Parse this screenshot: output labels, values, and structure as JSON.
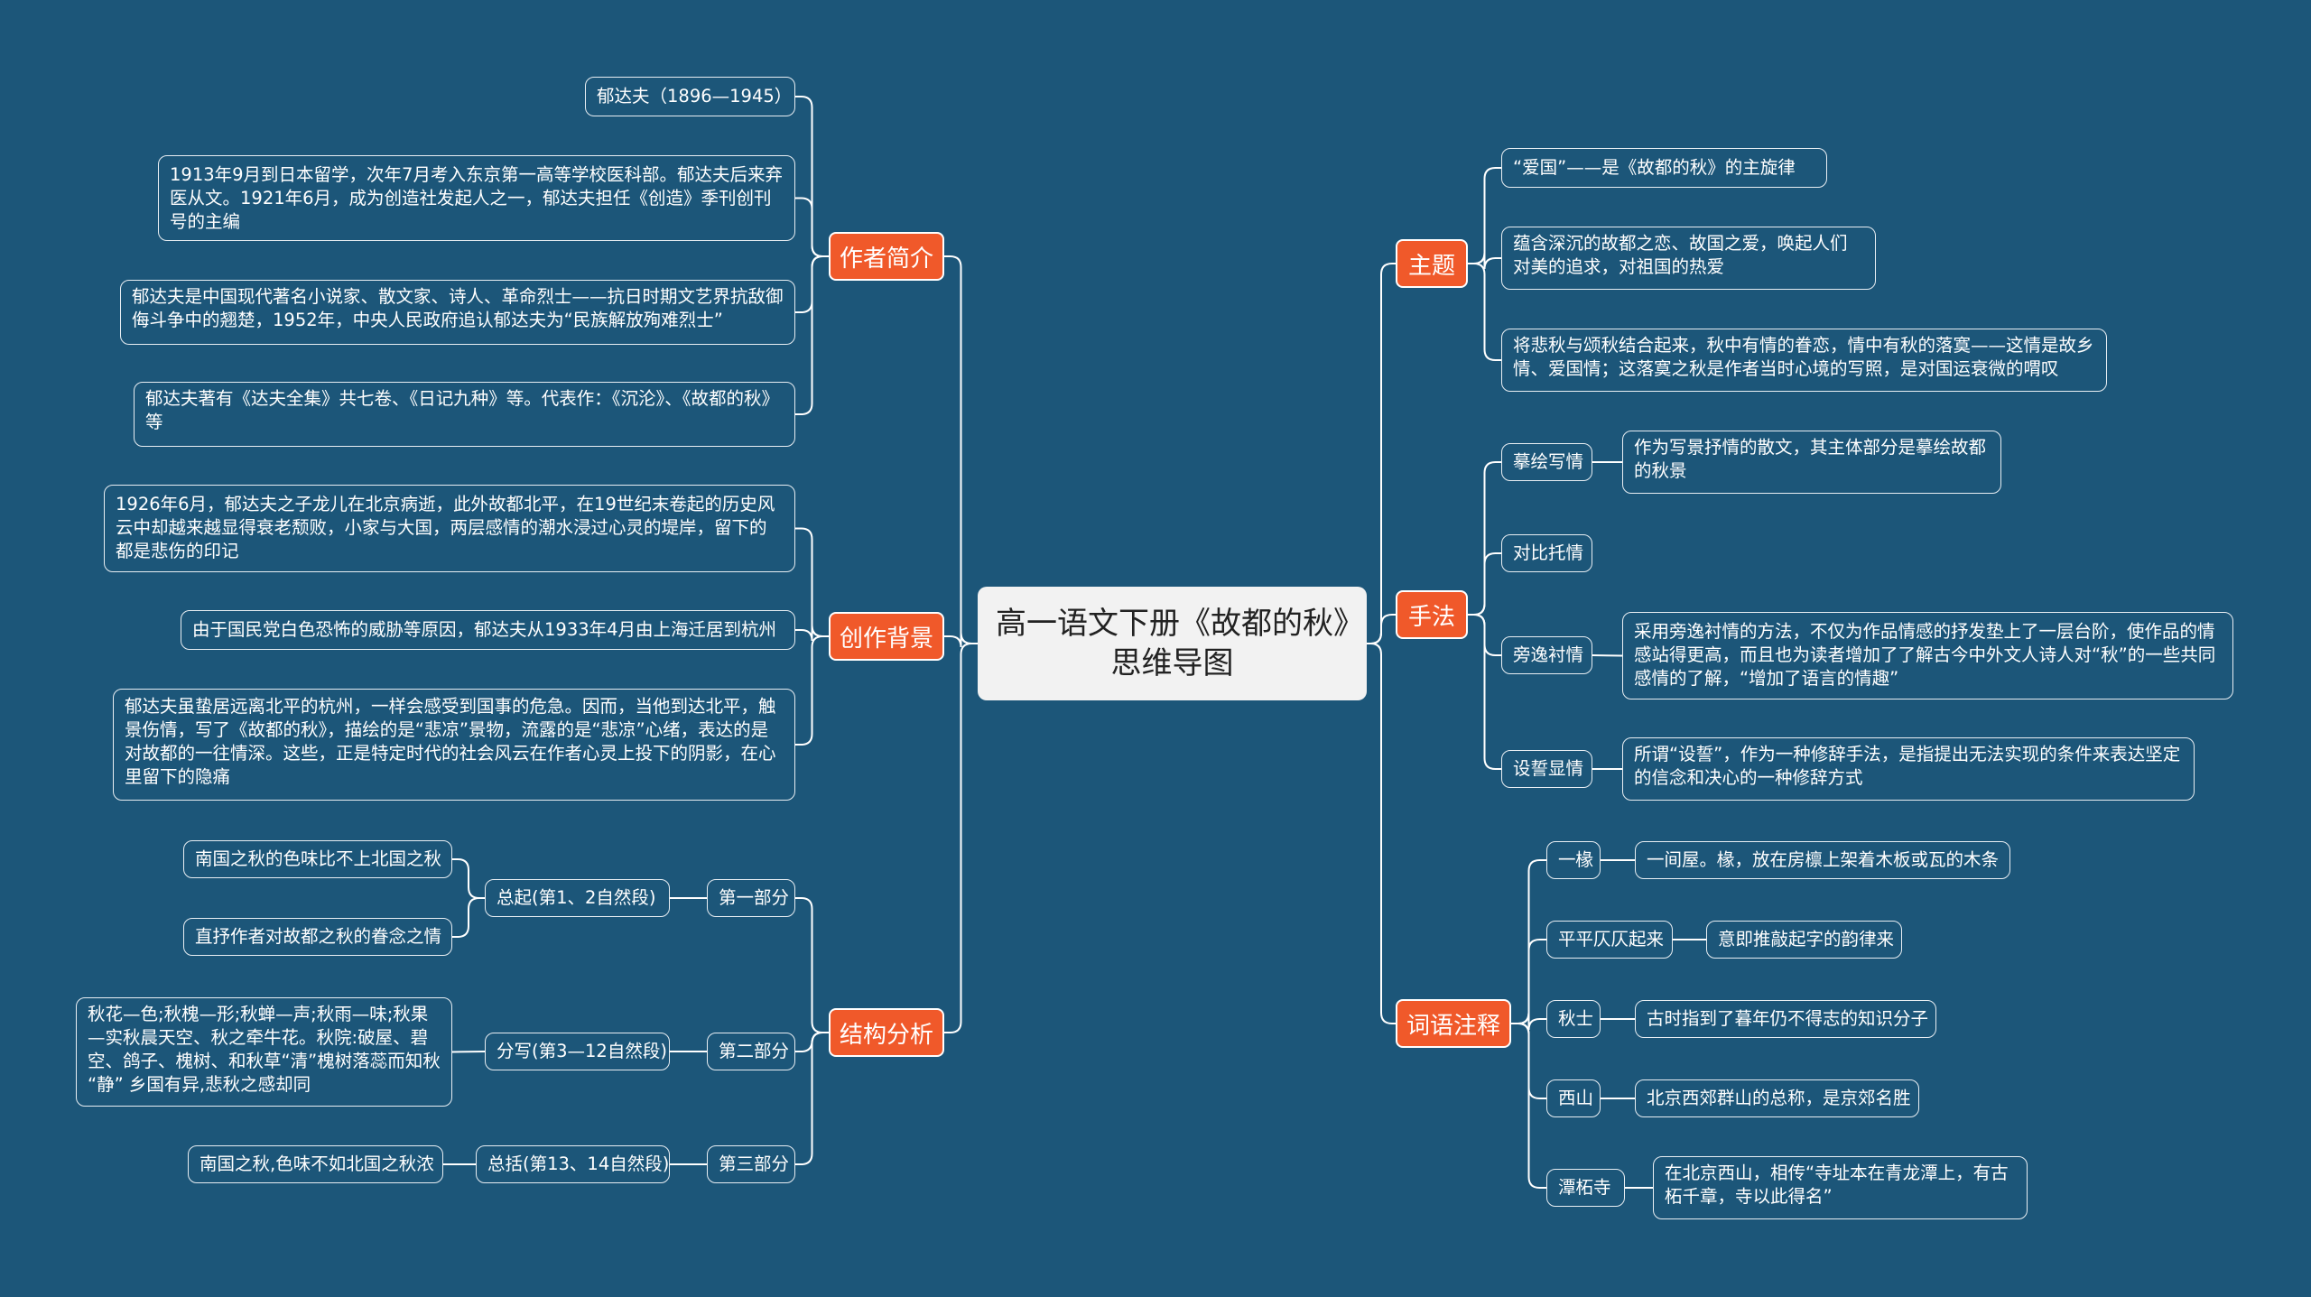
{
  "root": "高一语文下册《故都的秋》思维导图",
  "left": {
    "author": {
      "label": "作者简介",
      "items": [
        "郁达夫（1896—1945）",
        "1913年9月到日本留学，次年7月考入东京第一高等学校医科部。郁达夫后来弃医从文。1921年6月，成为创造社发起人之一，郁达夫担任《创造》季刊创刊号的主编",
        "郁达夫是中国现代著名小说家、散文家、诗人、革命烈士——抗日时期文艺界抗敌御侮斗争中的翘楚，1952年，中央人民政府追认郁达夫为“民族解放殉难烈士”",
        "郁达夫著有《达夫全集》共七卷、《日记九种》等。代表作：《沉沦》、《故都的秋》等"
      ]
    },
    "background": {
      "label": "创作背景",
      "items": [
        "1926年6月，郁达夫之子龙儿在北京病逝，此外故都北平，在19世纪末卷起的历史风云中却越来越显得衰老颓败，小家与大国，两层感情的潮水浸过心灵的堤岸，留下的都是悲伤的印记",
        "由于国民党白色恐怖的威胁等原因，郁达夫从1933年4月由上海迁居到杭州",
        "郁达夫虽蛰居远离北平的杭州，一样会感受到国事的危急。因而，当他到达北平，触景伤情，写了《故都的秋》，描绘的是“悲凉”景物，流露的是“悲凉”心绪，表达的是对故都的一往情深。这些，正是特定时代的社会风云在作者心灵上投下的阴影，在心里留下的隐痛"
      ]
    },
    "structure": {
      "label": "结构分析",
      "parts": [
        {
          "label": "第一部分",
          "sub": "总起(第1、2自然段)",
          "leaves": [
            "南国之秋的色味比不上北国之秋",
            "直抒作者对故都之秋的眷念之情"
          ]
        },
        {
          "label": "第二部分",
          "sub": "分写(第3—12自然段)",
          "leaves": [
            "秋花—色;秋槐—形;秋蝉—声;秋雨—味;秋果—实秋晨天空、秋之牵牛花。秋院:破屋、碧空、鸽子、槐树、和秋草“清”槐树落蕊而知秋 “静” 乡国有异,悲秋之感却同"
          ]
        },
        {
          "label": "第三部分",
          "sub": "总括(第13、14自然段)",
          "leaves": [
            "南国之秋,色味不如北国之秋浓"
          ]
        }
      ]
    }
  },
  "right": {
    "theme": {
      "label": "主题",
      "items": [
        "“爱国”——是《故都的秋》的主旋律",
        "蕴含深沉的故都之恋、故国之爱，唤起人们对美的追求，对祖国的热爱",
        "将悲秋与颂秋结合起来，秋中有情的眷恋，情中有秋的落寞——这情是故乡情、爱国情；这落寞之秋是作者当时心境的写照，是对国运衰微的喟叹"
      ]
    },
    "technique": {
      "label": "手法",
      "items": [
        {
          "label": "摹绘写情",
          "desc": "作为写景抒情的散文，其主体部分是摹绘故都的秋景"
        },
        {
          "label": "对比托情",
          "desc": ""
        },
        {
          "label": "旁逸衬情",
          "desc": "采用旁逸衬情的方法，不仅为作品情感的抒发垫上了一层台阶，使作品的情感站得更高，而且也为读者增加了了解古今中外文人诗人对“秋”的一些共同感情的了解，“增加了语言的情趣”"
        },
        {
          "label": "设誓显情",
          "desc": "所谓“设誓”，作为一种修辞手法，是指提出无法实现的条件来表达坚定的信念和决心的一种修辞方式"
        }
      ]
    },
    "vocab": {
      "label": "词语注释",
      "items": [
        {
          "label": "一椽",
          "desc": "一间屋。椽，放在房檩上架着木板或瓦的木条"
        },
        {
          "label": "平平仄仄起来",
          "desc": "意即推敲起字的韵律来"
        },
        {
          "label": "秋士",
          "desc": "古时指到了暮年仍不得志的知识分子"
        },
        {
          "label": "西山",
          "desc": "北京西郊群山的总称，是京郊名胜"
        },
        {
          "label": "潭柘寺",
          "desc": "在北京西山，相传“寺址本在青龙潭上，有古柘千章，寺以此得名”"
        }
      ]
    }
  }
}
